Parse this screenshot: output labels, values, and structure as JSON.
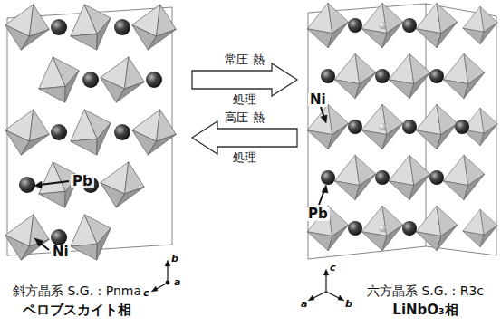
{
  "diagram": {
    "nodes": [
      {
        "text": [
          "斜方晶系 S.G. : Pnma",
          "ペロブスカイト相"
        ]
      },
      {
        "text": [
          "六方晶系 S.G. : R3c",
          "LiNbO₃相"
        ]
      }
    ],
    "edges": [
      {
        "from": 0,
        "to": 1,
        "arrow": "to",
        "label": "常圧 熱処理"
      },
      {
        "from": 1,
        "to": 0,
        "arrow": "to",
        "label": "高圧 熱処理"
      }
    ],
    "labels": [
      "Ni",
      "Pb",
      "c",
      "b",
      "a",
      "Ni",
      "Pb",
      "a",
      "c",
      "b"
    ]
  }
}
